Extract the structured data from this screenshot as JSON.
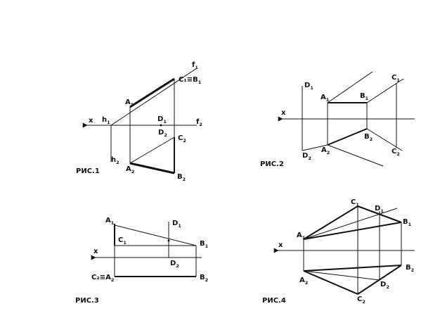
{
  "figures": {
    "fig1": {
      "caption": "РИС.1",
      "x_axis": "x",
      "points": {
        "f1": {
          "main": "f",
          "sub": "1"
        },
        "c1b1": {
          "main": "C₁≡B",
          "sub": "1"
        },
        "a1": {
          "main": "A",
          "sub": "1"
        },
        "h1": {
          "main": "h",
          "sub": "1"
        },
        "d1": {
          "main": "D",
          "sub": "1"
        },
        "f2": {
          "main": "f",
          "sub": "2"
        },
        "d2": {
          "main": "D",
          "sub": "2"
        },
        "c2": {
          "main": "C",
          "sub": "2"
        },
        "h2": {
          "main": "h",
          "sub": "2"
        },
        "a2": {
          "main": "A",
          "sub": "2"
        },
        "b2": {
          "main": "B",
          "sub": "2"
        }
      }
    },
    "fig2": {
      "caption": "РИС.2",
      "x_axis": "x",
      "points": {
        "d1": {
          "main": "D",
          "sub": "1"
        },
        "c1": {
          "main": "C",
          "sub": "1"
        },
        "a1": {
          "main": "A",
          "sub": "1"
        },
        "b1": {
          "main": "B",
          "sub": "1"
        },
        "b2": {
          "main": "B",
          "sub": "2"
        },
        "a2": {
          "main": "A",
          "sub": "2"
        },
        "d2": {
          "main": "D",
          "sub": "2"
        },
        "c2": {
          "main": "C",
          "sub": "2"
        }
      }
    },
    "fig3": {
      "caption": "РИС.3",
      "x_axis": "x",
      "points": {
        "a1": {
          "main": "A",
          "sub": "1"
        },
        "d1": {
          "main": "D",
          "sub": "1"
        },
        "c1": {
          "main": "C",
          "sub": "1"
        },
        "b1": {
          "main": "B",
          "sub": "1"
        },
        "d2": {
          "main": "D",
          "sub": "2"
        },
        "c2a2": {
          "main": "C₂≡A",
          "sub": "2"
        },
        "b2": {
          "main": "B",
          "sub": "2"
        }
      }
    },
    "fig4": {
      "caption": "РИС.4",
      "x_axis": "x",
      "points": {
        "c1": {
          "main": "C",
          "sub": "1"
        },
        "d1": {
          "main": "D",
          "sub": "1"
        },
        "b1": {
          "main": "B",
          "sub": "1"
        },
        "a1": {
          "main": "A",
          "sub": "1"
        },
        "b2": {
          "main": "B",
          "sub": "2"
        },
        "a2": {
          "main": "A",
          "sub": "2"
        },
        "d2": {
          "main": "D",
          "sub": "2"
        },
        "c2": {
          "main": "C",
          "sub": "2"
        }
      }
    }
  }
}
